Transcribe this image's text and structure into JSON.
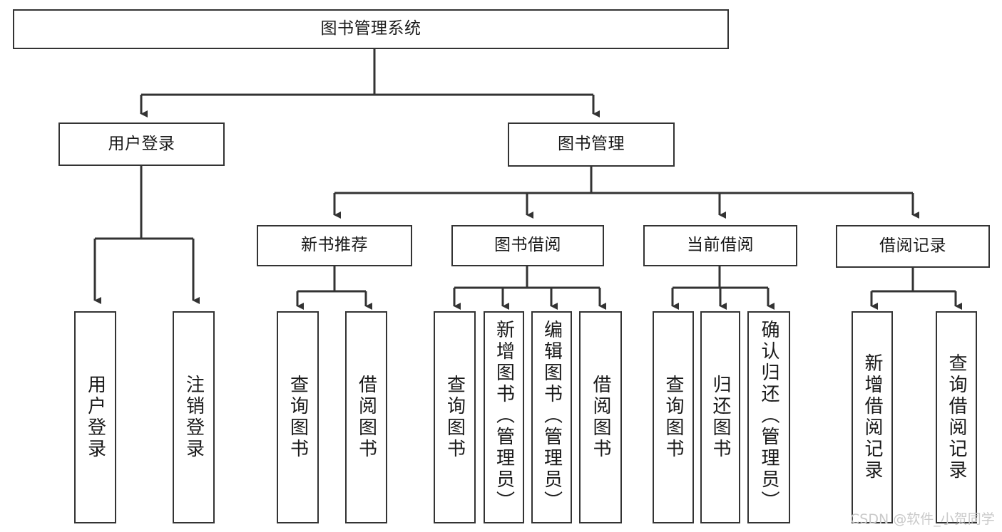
{
  "diagram": {
    "title": "图书管理系统",
    "type": "functional-structure-tree",
    "line_color": "#333333",
    "box_fill": "#ffffff",
    "text_color": "#1a1a1a",
    "watermark": {
      "text": "CSDN @软件_小贺同学",
      "color": "#c9c9c9"
    },
    "levels": {
      "level1": [
        {
          "id": "root",
          "label": "图书管理系统"
        }
      ],
      "level2": [
        {
          "id": "user-login",
          "label": "用户登录"
        },
        {
          "id": "book-manage",
          "label": "图书管理"
        }
      ],
      "level3": [
        {
          "id": "new-book-rec",
          "label": "新书推荐",
          "parent": "book-manage"
        },
        {
          "id": "book-borrow",
          "label": "图书借阅",
          "parent": "book-manage"
        },
        {
          "id": "current-borrow",
          "label": "当前借阅",
          "parent": "book-manage"
        },
        {
          "id": "borrow-record",
          "label": "借阅记录",
          "parent": "book-manage"
        }
      ],
      "leaves": [
        {
          "id": "leaf-user-login",
          "label": "用户登录",
          "parent": "user-login"
        },
        {
          "id": "leaf-user-logout",
          "label": "注销登录",
          "parent": "user-login"
        },
        {
          "id": "leaf-query-book-1",
          "label": "查询图书",
          "parent": "new-book-rec"
        },
        {
          "id": "leaf-borrow-book-1",
          "label": "借阅图书",
          "parent": "new-book-rec"
        },
        {
          "id": "leaf-query-book-2",
          "label": "查询图书",
          "parent": "book-borrow"
        },
        {
          "id": "leaf-add-book",
          "label": "新增图书（管理员）",
          "parent": "book-borrow"
        },
        {
          "id": "leaf-edit-book",
          "label": "编辑图书（管理员）",
          "parent": "book-borrow"
        },
        {
          "id": "leaf-borrow-book-2",
          "label": "借阅图书",
          "parent": "book-borrow"
        },
        {
          "id": "leaf-query-book-3",
          "label": "查询图书",
          "parent": "current-borrow"
        },
        {
          "id": "leaf-return-book",
          "label": "归还图书",
          "parent": "current-borrow"
        },
        {
          "id": "leaf-confirm-return",
          "label": "确认归还（管理员）",
          "parent": "current-borrow"
        },
        {
          "id": "leaf-add-record",
          "label": "新增借阅记录",
          "parent": "borrow-record"
        },
        {
          "id": "leaf-query-record",
          "label": "查询借阅记录",
          "parent": "borrow-record"
        }
      ]
    }
  }
}
